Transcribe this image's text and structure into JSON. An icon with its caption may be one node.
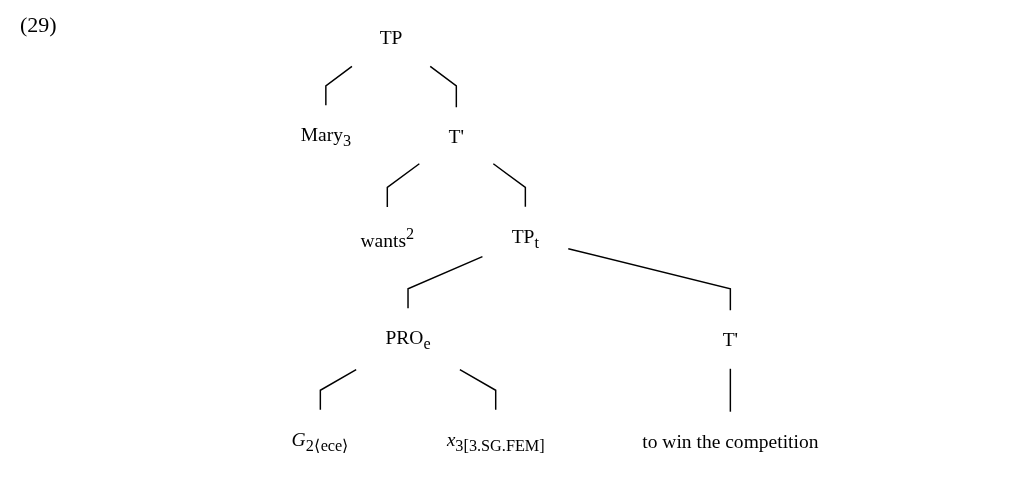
{
  "diagram": {
    "nodes": [
      {
        "text": [
          "TP"
        ]
      },
      {
        "text": [
          "Mary$_{3}$"
        ]
      },
      {
        "text": [
          "T'"
        ]
      },
      {
        "text": [
          "wants$^{2}$"
        ]
      },
      {
        "text": [
          "TP$_{t}$"
        ]
      },
      {
        "text": [
          "PRO$_{e}$"
        ]
      },
      {
        "text": [
          "T'"
        ]
      },
      {
        "text": [
          "*G*$_{2⟨ece⟩}$"
        ]
      },
      {
        "text": [
          "*x*$_{3[3.SG.FEM]}$"
        ]
      },
      {
        "text": [
          "to win the competition"
        ]
      }
    ],
    "edges": [
      {
        "from": 0,
        "to": 1,
        "arrow": "none"
      },
      {
        "from": 0,
        "to": 2,
        "arrow": "none"
      },
      {
        "from": 2,
        "to": 3,
        "arrow": "none"
      },
      {
        "from": 2,
        "to": 4,
        "arrow": "none"
      },
      {
        "from": 4,
        "to": 5,
        "arrow": "none"
      },
      {
        "from": 4,
        "to": 6,
        "arrow": "none"
      },
      {
        "from": 5,
        "to": 7,
        "arrow": "none"
      },
      {
        "from": 5,
        "to": 8,
        "arrow": "none"
      },
      {
        "from": 6,
        "to": 9,
        "arrow": "none"
      }
    ],
    "labels": [
      "(29)"
    ]
  }
}
